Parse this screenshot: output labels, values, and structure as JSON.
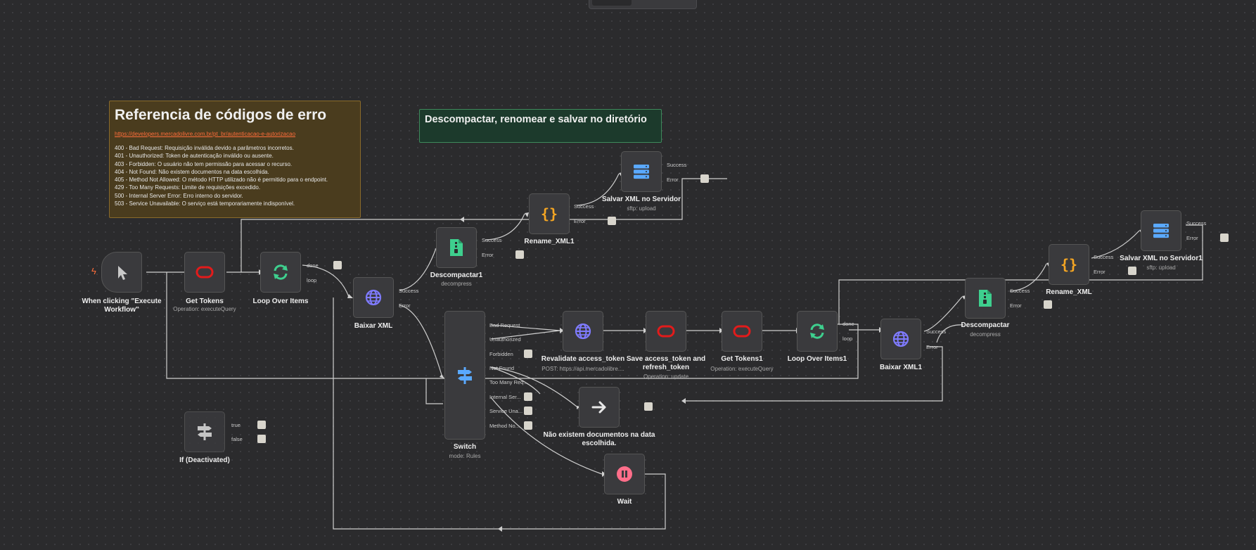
{
  "sticky_codes": {
    "title": "Referencia de códigos de erro",
    "link": "https://developers.mercadolivre.com.br/pt_br/autenticacao-e-autorizacao",
    "lines": [
      "400 - Bad Request: Requisição inválida devido a parâmetros incorretos.",
      "401 - Unauthorized: Token de autenticação inválido ou ausente.",
      "403 - Forbidden: O usuário não tem permissão para acessar o recurso.",
      "404 - Not Found: Não existem documentos na data escolhida.",
      "405 - Method Not Allowed: O método HTTP utilizado não é permitido para o endpoint.",
      "429 - Too Many Requests: Limite de requisições excedido.",
      "500 - Internal Server Error: Erro interno do servidor.",
      "503 - Service Unavailable: O serviço está temporariamente indisponível."
    ]
  },
  "sticky_unzip": {
    "title": "Descompactar, renomear e salvar no diretório"
  },
  "nodes": {
    "trigger": {
      "label": "When clicking \"Execute Workflow\"",
      "icon": "cursor-icon"
    },
    "get_tokens": {
      "label": "Get Tokens",
      "sub": "Operation: executeQuery",
      "icon": "oracle-icon"
    },
    "loop_items": {
      "label": "Loop Over Items",
      "icon": "loop-icon"
    },
    "baixar_xml": {
      "label": "Baixar XML",
      "icon": "globe-icon"
    },
    "descompactar1": {
      "label": "Descompactar1",
      "sub": "decompress",
      "icon": "zip-file-icon"
    },
    "rename_xml1": {
      "label": "Rename_XML1",
      "icon": "braces-icon"
    },
    "salvar_xml": {
      "label": "Salvar XML no Servidor",
      "sub": "sftp: upload",
      "icon": "server-icon"
    },
    "switch": {
      "label": "Switch",
      "sub": "mode: Rules",
      "icon": "signpost-icon"
    },
    "revalidate": {
      "label": "Revalidate access_token",
      "sub": "POST: https://api.mercadolibre....",
      "icon": "globe-icon"
    },
    "save_token": {
      "label": "Save access_token and refresh_token",
      "sub": "Operation: update",
      "icon": "oracle-icon"
    },
    "get_tokens1": {
      "label": "Get Tokens1",
      "sub": "Operation: executeQuery",
      "icon": "oracle-icon"
    },
    "loop_items1": {
      "label": "Loop Over Items1",
      "icon": "loop-icon"
    },
    "baixar_xml1": {
      "label": "Baixar XML1",
      "icon": "globe-icon"
    },
    "descompactar": {
      "label": "Descompactar",
      "sub": "decompress",
      "icon": "zip-file-icon"
    },
    "rename_xml": {
      "label": "Rename_XML",
      "icon": "braces-icon"
    },
    "salvar_xml1": {
      "label": "Salvar XML no Servidor1",
      "sub": "sftp: upload",
      "icon": "server-icon"
    },
    "nao_existem": {
      "label": "Não existem documentos na data escolhida.",
      "icon": "arrow-right-icon"
    },
    "wait": {
      "label": "Wait",
      "icon": "pause-icon"
    },
    "if": {
      "label": "If (Deactivated)",
      "icon": "signpost-icon"
    }
  },
  "ports": {
    "done": "done",
    "loop": "loop",
    "success": "Success",
    "error": "Error",
    "true": "true",
    "false": "false",
    "bad_request": "Bad Request",
    "unauthorized": "Unauthorized",
    "forbidden": "Forbidden",
    "not_found": "Not Found",
    "too_many": "Too Many Req...",
    "internal": "Internal Ser...",
    "service": "Service Una...",
    "method": "Method No..."
  },
  "colors": {
    "canvas": "#2b2b2d",
    "node": "#3a3a3d",
    "edge": "#cfcfcf",
    "accent": "#ff6d3a",
    "sticky_yellow": "#4a3c1e",
    "sticky_green": "#1c3a2c"
  }
}
